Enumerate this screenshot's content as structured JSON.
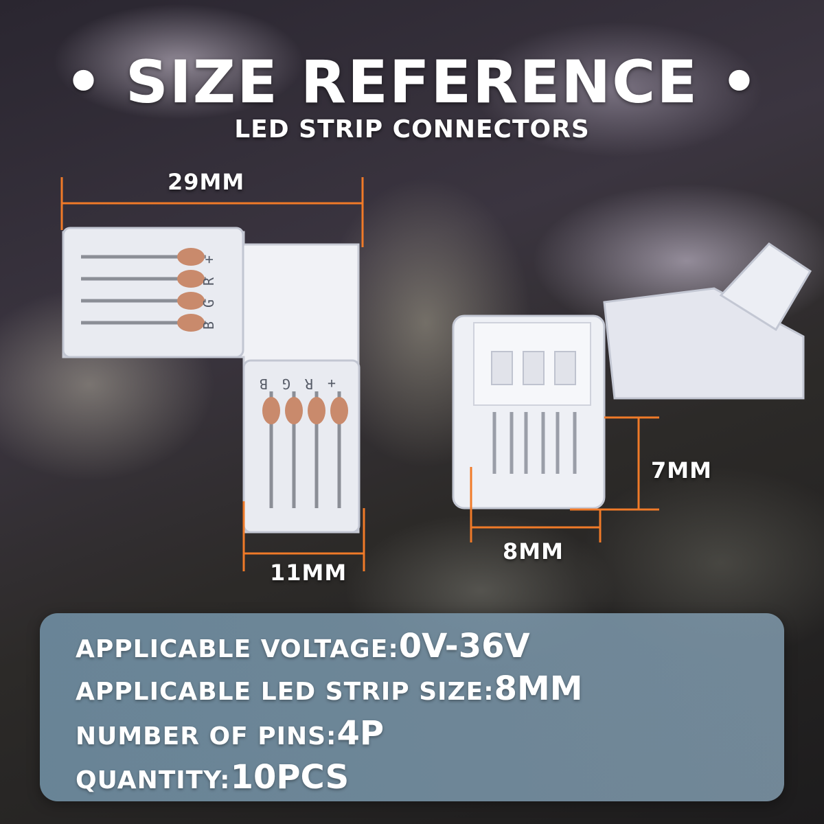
{
  "header": {
    "title": "• SIZE REFERENCE •",
    "subtitle": "LED STRIP CONNECTORS"
  },
  "dimensions": {
    "length_top": "29MM",
    "width_bottom": "11MM",
    "height_right": "7MM",
    "width_right": "8MM"
  },
  "connector_markings": {
    "horizontal": [
      "B",
      "G",
      "R",
      "+"
    ],
    "vertical": [
      "B",
      "G",
      "R",
      "+"
    ]
  },
  "specs": [
    {
      "label": "APPLICABLE VOLTAGE:",
      "value": "0V-36V"
    },
    {
      "label": "APPLICABLE LED STRIP SIZE:",
      "value": "8MM"
    },
    {
      "label": "NUMBER OF PINS:",
      "value": "4P"
    },
    {
      "label": "QUANTITY:",
      "value": "10PCS"
    }
  ],
  "colors": {
    "dimension_line": "#f07a28",
    "panel": "#7a98ab",
    "text": "#ffffff"
  }
}
